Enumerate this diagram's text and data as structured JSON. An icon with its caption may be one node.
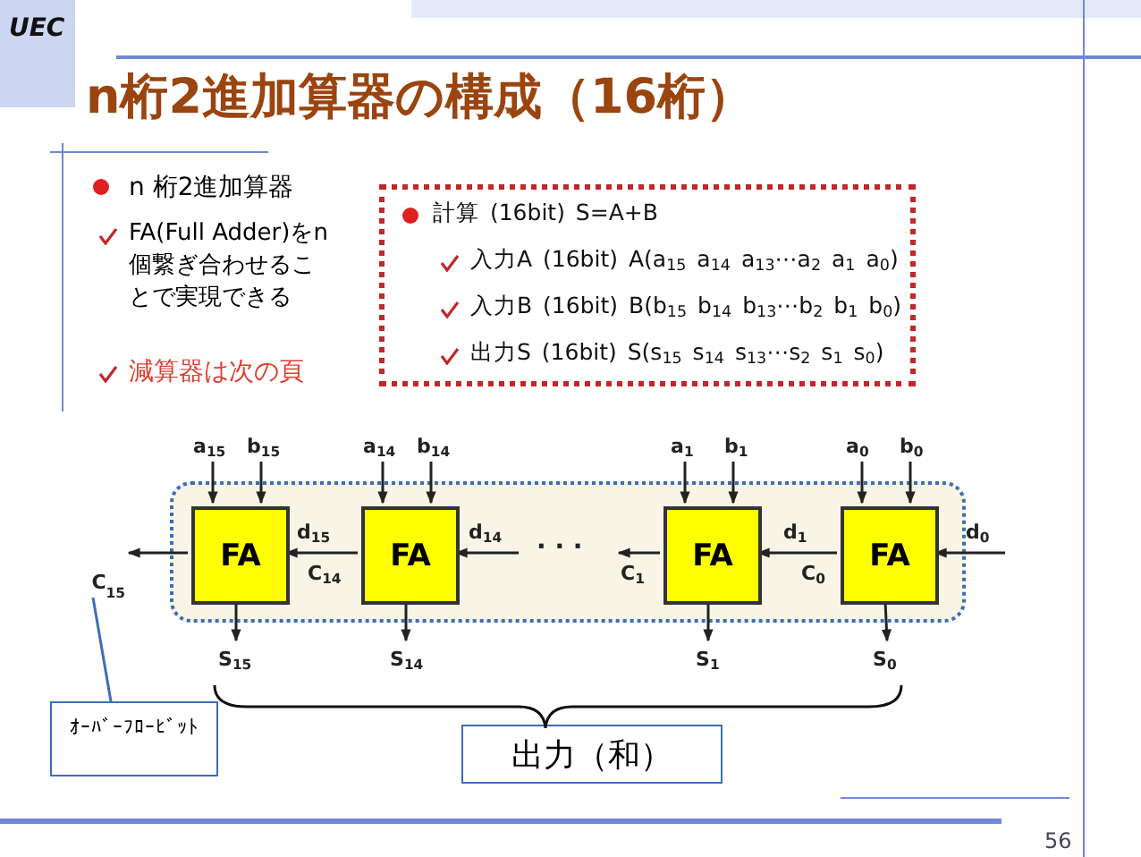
{
  "diagram": {
    "title": "n桁2進加算器の構成（16桁）",
    "nodes": [
      {
        "text": [
          "計算 (16bit) S=A+B",
          "入力A (16bit) A(a$_{15}$ a$_{14}$ a$_{13}$⋯a$_{2}$ a$_{1}$ a$_{0}$)",
          "入力B (16bit) B(b$_{15}$ b$_{14}$ b$_{13}$⋯b$_{2}$ b$_{1}$ b$_{0}$)",
          "出力S (16bit) S(s$_{15}$ s$_{14}$ s$_{13}$⋯s$_{2}$ s$_{1}$ s$_{0}$)"
        ]
      },
      {
        "text": [],
        "shape": "box"
      },
      {
        "text": [
          "FA"
        ],
        "in": 1
      },
      {
        "text": [
          "FA"
        ],
        "in": 1
      },
      {
        "text": [
          "FA"
        ],
        "in": 1
      },
      {
        "text": [
          "FA"
        ],
        "in": 1
      },
      {
        "text": [
          "C$_{15}$"
        ]
      },
      {
        "text": [
          "ｵｰﾊﾞｰﾌﾛｰﾋﾞｯﾄ"
        ]
      },
      {
        "text": [
          "出力（和）"
        ]
      }
    ],
    "edges": [
      {
        "from": null,
        "to": 2,
        "arrow": "to",
        "label": "a$_{15}$"
      },
      {
        "from": null,
        "to": 2,
        "arrow": "to",
        "label": "b$_{15}$"
      },
      {
        "from": null,
        "to": 3,
        "arrow": "to",
        "label": "a$_{14}$"
      },
      {
        "from": null,
        "to": 3,
        "arrow": "to",
        "label": "b$_{14}$"
      },
      {
        "from": null,
        "to": 4,
        "arrow": "to",
        "label": "a$_{1}$"
      },
      {
        "from": null,
        "to": 4,
        "arrow": "to",
        "label": "b$_{1}$"
      },
      {
        "from": null,
        "to": 5,
        "arrow": "to",
        "label": "a$_{0}$"
      },
      {
        "from": null,
        "to": 5,
        "arrow": "to",
        "label": "b$_{0}$"
      },
      {
        "from": 2,
        "to": 6,
        "arrow": "to"
      },
      {
        "from": 3,
        "to": 2,
        "arrow": "to",
        "label": "d$_{15}$"
      },
      {
        "from": null,
        "to": 3,
        "arrow": "to",
        "label": "d$_{14}$"
      },
      {
        "from": 4,
        "to": null,
        "arrow": "to",
        "label": "C$_{1}$"
      },
      {
        "from": 5,
        "to": 4,
        "arrow": "to",
        "label": "d$_{1}$"
      },
      {
        "from": null,
        "to": 5,
        "arrow": "to",
        "label": "d$_{0}$"
      },
      {
        "from": 2,
        "to": null,
        "arrow": "to",
        "label": "S$_{15}$"
      },
      {
        "from": 3,
        "to": null,
        "arrow": "to",
        "label": "S$_{14}$"
      },
      {
        "from": 4,
        "to": null,
        "arrow": "to",
        "label": "S$_{1}$"
      },
      {
        "from": 5,
        "to": null,
        "arrow": "to",
        "label": "S$_{0}$"
      },
      {
        "from": 7,
        "to": 6,
        "arrow": "none",
        "color": "#3c6eb4"
      }
    ],
    "labels": [
      "UEC",
      "n 桁2進加算器",
      "FA(Full Adder)をn個繋ぎ合わせることで実現できる",
      "減算器は次の頁",
      "C$_{14}$",
      "· · ·",
      "C$_{0}$",
      "56"
    ]
  }
}
